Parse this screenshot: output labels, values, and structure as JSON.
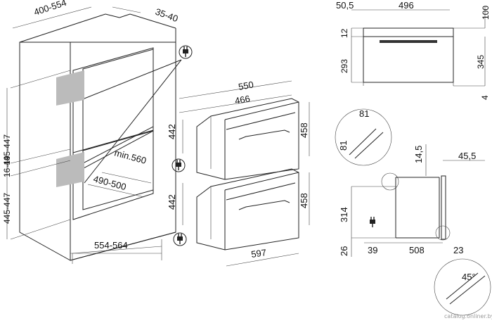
{
  "cabinet": {
    "width_top": "400-554",
    "depth_top": "35-40",
    "height_upper": "445-447",
    "gap": "16-19",
    "height_lower": "445-447",
    "min_depth": "min.560",
    "inner_depth": "490-500",
    "width_bottom": "554-564"
  },
  "oven_iso": {
    "depth_total": "550",
    "depth_body": "466",
    "height_back_upper": "442",
    "height_front_upper": "458",
    "height_back_lower": "442",
    "height_front_lower": "458",
    "width_front": "597"
  },
  "front_view": {
    "left_offset": "50,5",
    "width": "496",
    "top_height": "100",
    "panel_height": "12",
    "body_height": "293",
    "right_height": "345",
    "foot": "4"
  },
  "side_view": {
    "bevel_w": "81",
    "bevel_h": "81",
    "top_gap": "14,5",
    "right_gap": "45,5",
    "height": "314",
    "bottom": "26",
    "left": "39",
    "depth": "508",
    "right": "23",
    "angle": "45°"
  },
  "watermark": "catalog.onliner.by",
  "icons": [
    "plug-icon"
  ]
}
